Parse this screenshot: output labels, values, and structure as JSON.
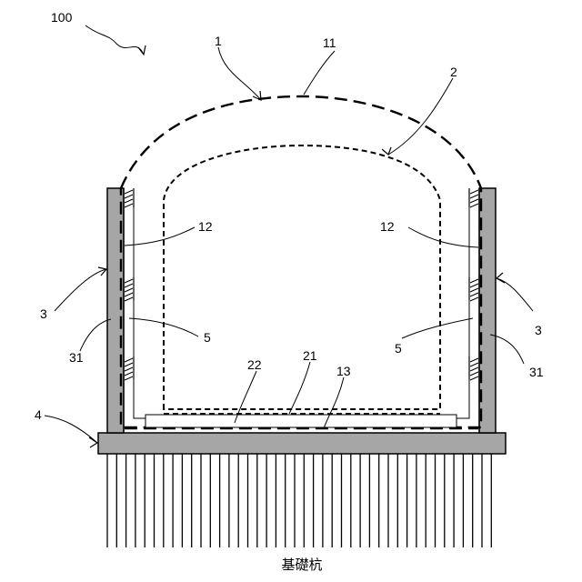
{
  "labels": {
    "l100": "100",
    "l1": "1",
    "l11": "11",
    "l2": "2",
    "l12_left": "12",
    "l12_right": "12",
    "l3_left": "3",
    "l3_right": "3",
    "l31_left": "31",
    "l31_right": "31",
    "l5_left": "5",
    "l5_right": "5",
    "l4": "4",
    "l22": "22",
    "l21": "21",
    "l13": "13"
  },
  "caption": "基礎杭",
  "colors": {
    "wall_fill": "#a6a6a6",
    "line": "#000000",
    "background": "#ffffff"
  }
}
